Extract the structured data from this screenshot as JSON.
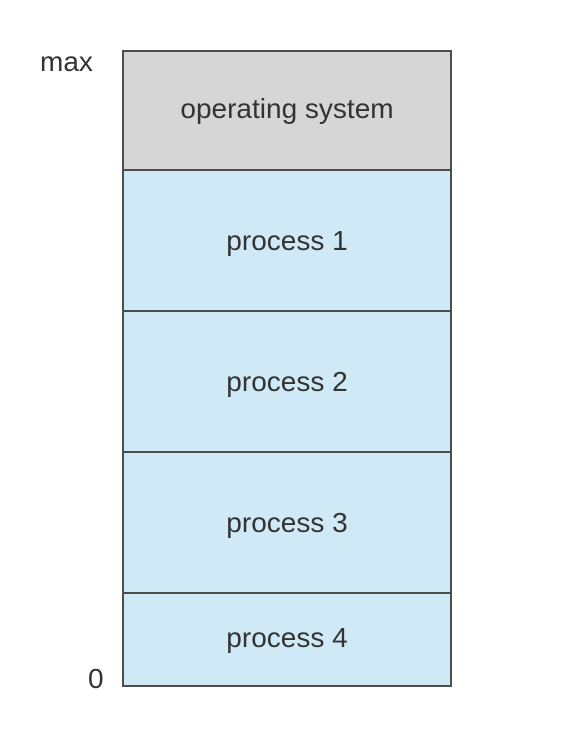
{
  "address_labels": {
    "top": "max",
    "bottom": "0"
  },
  "regions": [
    {
      "label": "operating system",
      "color": "#d6d6d6"
    },
    {
      "label": "process 1",
      "color": "#d0e9f7"
    },
    {
      "label": "process 2",
      "color": "#d0e9f7"
    },
    {
      "label": "process 3",
      "color": "#d0e9f7"
    },
    {
      "label": "process 4",
      "color": "#d0e9f7"
    }
  ]
}
